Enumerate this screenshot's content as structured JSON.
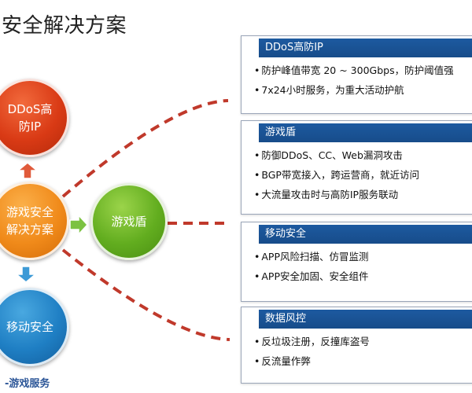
{
  "title": "安全解决方案",
  "footer": "-游戏服务",
  "center": {
    "label_line1": "游戏安全",
    "label_line2": "解决方案"
  },
  "nodes": {
    "ddos": {
      "line1": "DDoS高",
      "line2": "防IP"
    },
    "game_shield": {
      "label": "游戏盾"
    },
    "mobile": {
      "label": "移动安全"
    }
  },
  "boxes": [
    {
      "title": "DDoS高防IP",
      "items": [
        "防护峰值带宽 20 ~ 300Gbps，防护阈值强",
        "7x24小时服务，为重大活动护航"
      ]
    },
    {
      "title": "游戏盾",
      "items": [
        "防御DDoS、CC、Web漏洞攻击",
        "BGP带宽接入，跨运营商，就近访问",
        "大流量攻击时与高防IP服务联动"
      ]
    },
    {
      "title": "移动安全",
      "items": [
        "APP风险扫描、仿冒监测",
        "APP安全加固、安全组件"
      ]
    },
    {
      "title": "数据风控",
      "items": [
        "反垃圾注册，反撞库盗号",
        "反流量作弊"
      ]
    }
  ],
  "colors": {
    "red": "#d93a15",
    "orange": "#f08a1a",
    "green": "#62ad1f",
    "blue": "#1f7fc4",
    "connector": "#c0392b",
    "box_header": "#1d5aa0"
  }
}
